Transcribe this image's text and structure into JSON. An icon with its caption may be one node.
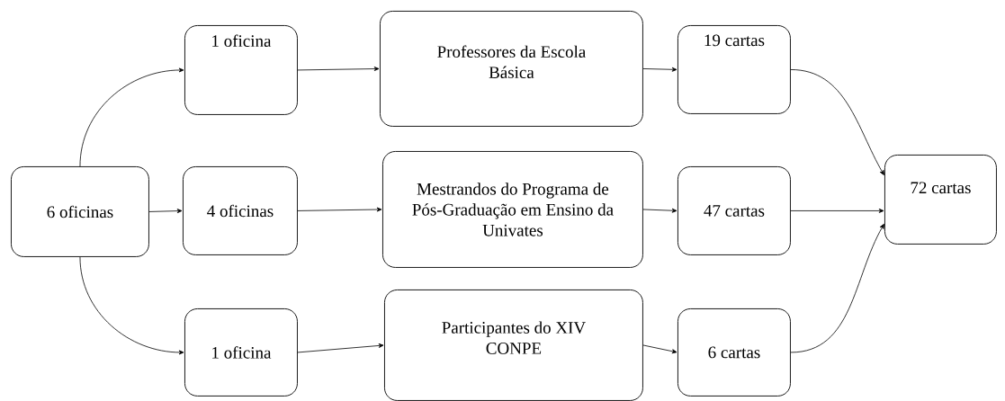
{
  "diagram": {
    "nodes": [
      {
        "text": [
          "6 oficinas"
        ]
      },
      {
        "text": [
          "1 oficina"
        ]
      },
      {
        "text": [
          "4 oficinas"
        ]
      },
      {
        "text": [
          "1 oficina"
        ]
      },
      {
        "text": [
          "Professores da Escola Básica"
        ]
      },
      {
        "text": [
          "Mestrandos do Programa de Pós-Graduação em Ensino da Univates"
        ]
      },
      {
        "text": [
          "Participantes do XIV CONPE"
        ]
      },
      {
        "text": [
          "19 cartas"
        ]
      },
      {
        "text": [
          "47 cartas"
        ]
      },
      {
        "text": [
          "6 cartas"
        ]
      },
      {
        "text": [
          "72 cartas"
        ]
      }
    ],
    "edges": [
      {
        "from": 0,
        "to": 1,
        "arrow": "to"
      },
      {
        "from": 0,
        "to": 2,
        "arrow": "to"
      },
      {
        "from": 0,
        "to": 3,
        "arrow": "to"
      },
      {
        "from": 1,
        "to": 4,
        "arrow": "to"
      },
      {
        "from": 2,
        "to": 5,
        "arrow": "to"
      },
      {
        "from": 3,
        "to": 6,
        "arrow": "to"
      },
      {
        "from": 4,
        "to": 7,
        "arrow": "to"
      },
      {
        "from": 5,
        "to": 8,
        "arrow": "to"
      },
      {
        "from": 6,
        "to": 9,
        "arrow": "to"
      },
      {
        "from": 7,
        "to": 10,
        "arrow": "to"
      },
      {
        "from": 8,
        "to": 10,
        "arrow": "to"
      },
      {
        "from": 9,
        "to": 10,
        "arrow": "to"
      }
    ]
  }
}
